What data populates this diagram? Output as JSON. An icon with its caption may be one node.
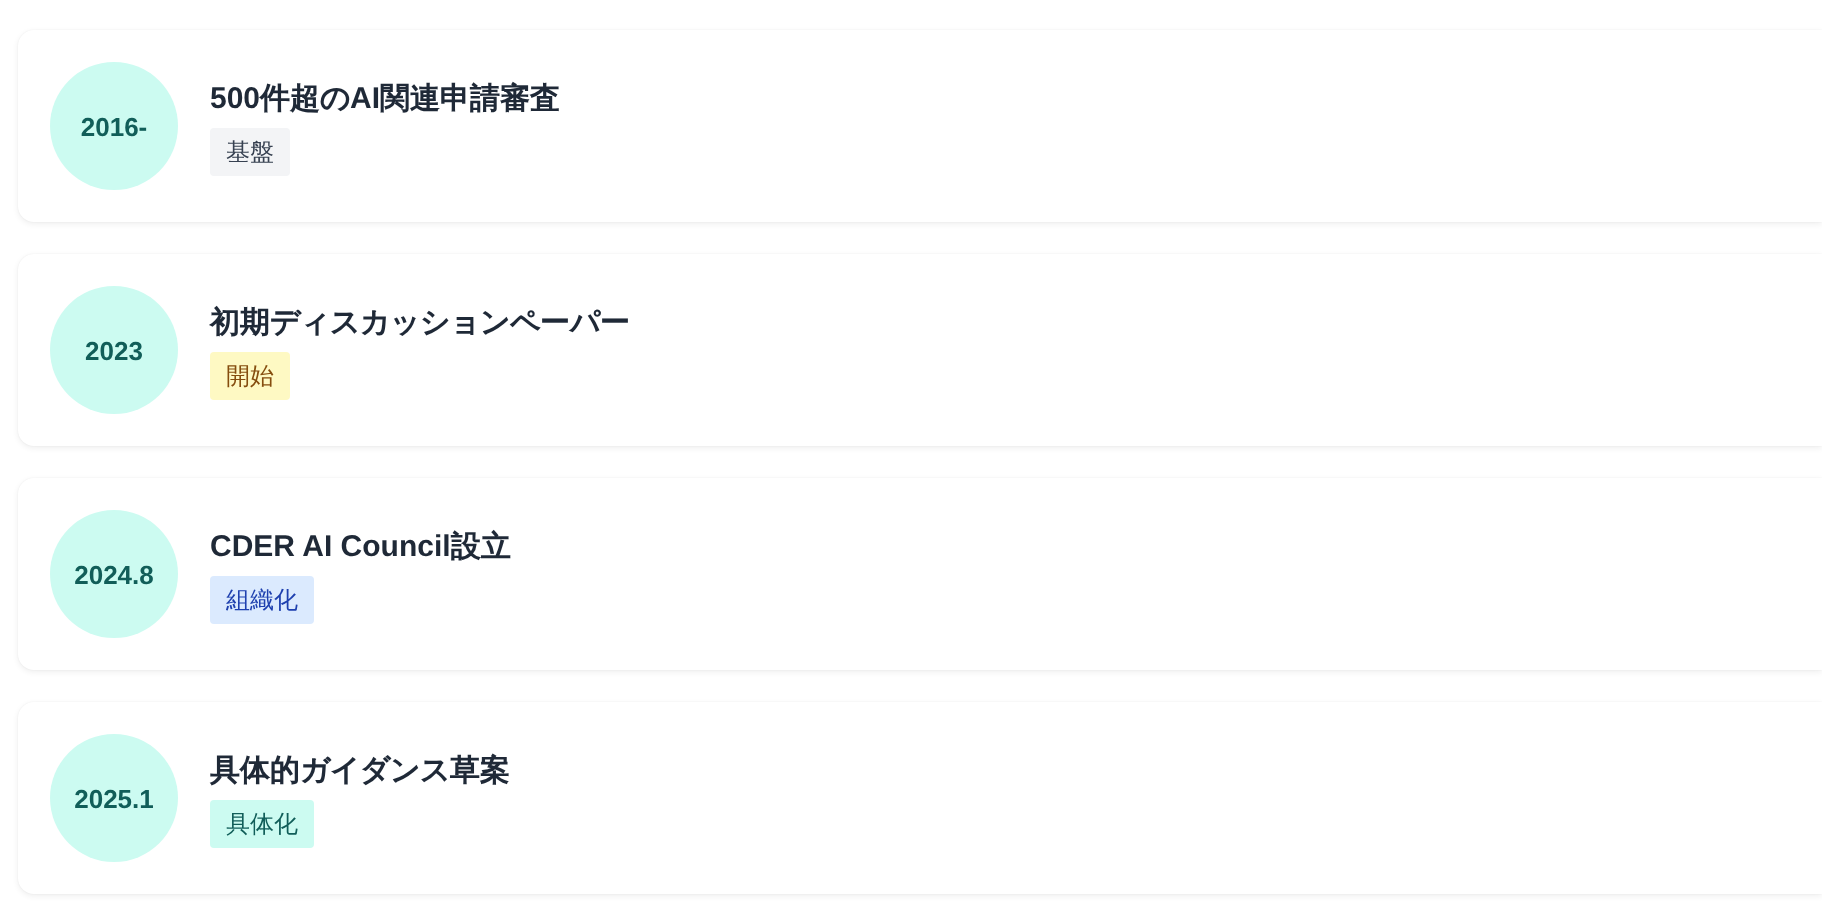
{
  "diagram": {
    "nodes": [
      {
        "text": [
          "500件超のAI関連申請審査"
        ]
      },
      {
        "text": [
          "2016-"
        ],
        "in": 0
      },
      {
        "text": [
          "基盤"
        ],
        "in": 0
      },
      {
        "text": [
          "初期ディスカッションペーパー"
        ]
      },
      {
        "text": [
          "2023"
        ],
        "in": 3
      },
      {
        "text": [
          "開始"
        ],
        "in": 3
      },
      {
        "text": [
          "CDER AI Council設立"
        ]
      },
      {
        "text": [
          "2024.8"
        ],
        "in": 6
      },
      {
        "text": [
          "組織化"
        ],
        "in": 6
      },
      {
        "text": [
          "具体的ガイダンス草案"
        ]
      },
      {
        "text": [
          "2025.1"
        ],
        "in": 9
      },
      {
        "text": [
          "具体化"
        ],
        "in": 9
      }
    ]
  }
}
